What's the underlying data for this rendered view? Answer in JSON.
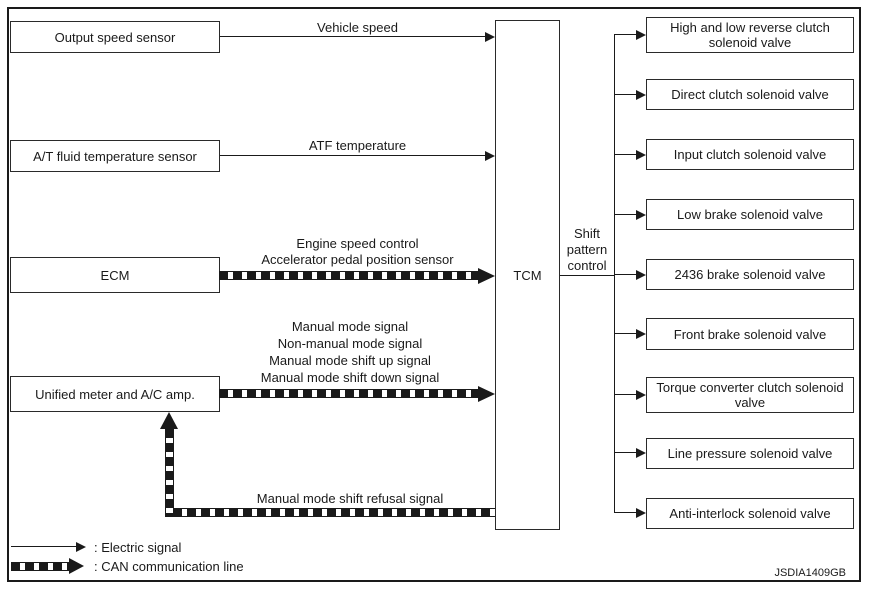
{
  "diagram": {
    "left_nodes": [
      {
        "label": "Output speed sensor"
      },
      {
        "label": "A/T fluid temperature sensor"
      },
      {
        "label": "ECM"
      },
      {
        "label": "Unified meter and A/C amp."
      }
    ],
    "tcm_label": "TCM",
    "shift_pattern_label": "Shift pattern control",
    "signals": {
      "vehicle_speed": "Vehicle speed",
      "atf_temperature": "ATF temperature",
      "ecm_lines": [
        "Engine speed control",
        "Accelerator pedal position sensor"
      ],
      "unified_lines": [
        "Manual mode signal",
        "Non-manual mode signal",
        "Manual mode shift up signal",
        "Manual mode shift down signal"
      ],
      "refusal": "Manual mode shift refusal signal"
    },
    "right_nodes": [
      "High and low reverse clutch solenoid valve",
      "Direct clutch solenoid valve",
      "Input clutch solenoid valve",
      "Low brake solenoid valve",
      "2436 brake solenoid valve",
      "Front brake solenoid valve",
      "Torque converter clutch solenoid valve",
      "Line pressure solenoid valve",
      "Anti-interlock solenoid valve"
    ],
    "legend": {
      "electric": ": Electric signal",
      "can": ": CAN communication line"
    },
    "figure_id": "JSDIA1409GB",
    "colors": {
      "line": "#1a1a1a",
      "background": "#ffffff"
    }
  }
}
